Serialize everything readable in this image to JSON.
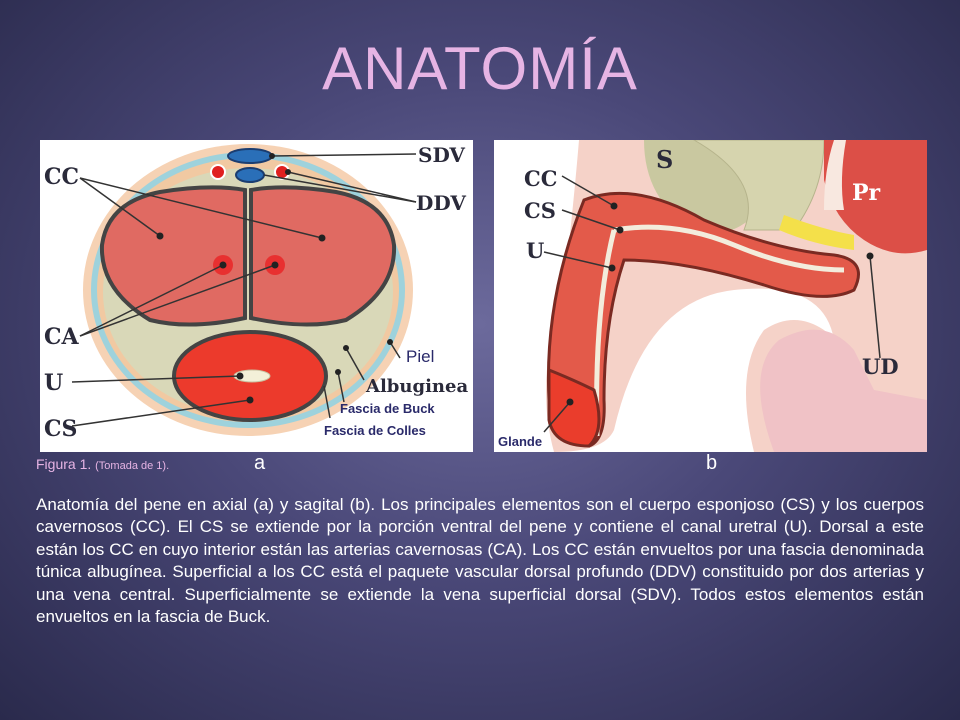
{
  "title": "ANATOMÍA",
  "figure_a": {
    "labels": {
      "cc": "CC",
      "ca": "CA",
      "u": "U",
      "cs": "CS",
      "sdv": "SDV",
      "ddv": "DDV",
      "piel": "Piel",
      "albuginea": "Albuginea",
      "fascia_buck": "Fascia de Buck",
      "fascia_colles": "Fascia de Colles"
    },
    "letter": "a"
  },
  "figure_b": {
    "labels": {
      "s": "S",
      "pr": "Pr",
      "cc": "CC",
      "cs": "CS",
      "u": "U",
      "ud": "UD",
      "glande": "Glande"
    },
    "letter": "b"
  },
  "caption": {
    "figura": "Figura 1",
    "dot": ". ",
    "source": "(Tomada de 1)."
  },
  "paragraph": "Anatomía del pene en axial (a) y sagital (b). Los principales elementos son el cuerpo esponjoso (CS) y los cuerpos cavernosos (CC). El CS se extiende por la porción ventral del pene y contiene el canal uretral (U). Dorsal a este están los CC en cuyo interior están las arterias cavernosas (CA). Los CC están envueltos por una fascia denominada túnica albugínea.  Superficial a los CC está el paquete vascular dorsal profundo (DDV) constituido por dos arterias y una vena central. Superficialmente se extiende la vena superficial dorsal (SDV). Todos estos elementos están envueltos en la fascia de Buck.",
  "colors": {
    "title": "#e6b4e4",
    "caption": "#e6b4e4",
    "body_text": "#ffffff",
    "tissue_red": "#e06a62",
    "spongy_red": "#e8382a",
    "skin": "#f4c8a8"
  }
}
